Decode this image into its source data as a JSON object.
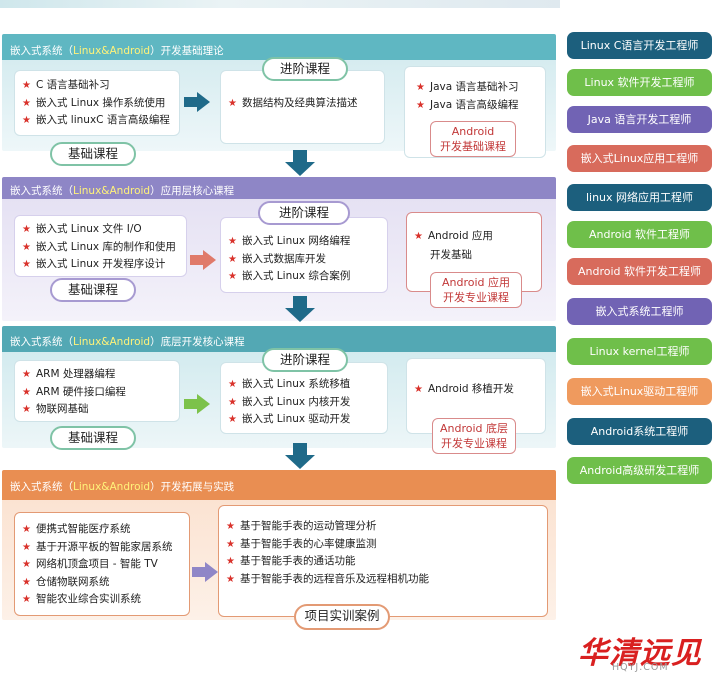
{
  "bands": [
    {
      "title_pre": "嵌入式系统（",
      "title_hl": "Linux&Android",
      "title_post": "）开发基础理论",
      "basic_items": [
        "C 语言基础补习",
        "嵌入式 Linux 操作系统使用",
        "嵌入式 linuxC 语言高级编程"
      ],
      "basic_label": "基础课程",
      "advanced_label": "进阶课程",
      "advanced_items": [
        "数据结构及经典算法描述"
      ],
      "android_items": [
        "Java 语言基础补习",
        "Java 语言高级编程"
      ],
      "android_label": [
        "Android",
        "开发基础课程"
      ]
    },
    {
      "title_pre": "嵌入式系统（",
      "title_hl": "Linux&Android",
      "title_post": "）应用层核心课程",
      "basic_items": [
        "嵌入式 Linux 文件 I/O",
        "嵌入式 Linux 库的制作和使用",
        "嵌入式 Linux 开发程序设计"
      ],
      "basic_label": "基础课程",
      "advanced_label": "进阶课程",
      "advanced_items": [
        "嵌入式 Linux 网络编程",
        "嵌入式数据库开发",
        "嵌入式 Linux 综合案例"
      ],
      "android_items": [
        "Android 应用",
        "开发基础"
      ],
      "android_label": [
        "Android 应用",
        "开发专业课程"
      ]
    },
    {
      "title_pre": "嵌入式系统（",
      "title_hl": "Linux&Android",
      "title_post": "）底层开发核心课程",
      "basic_items": [
        "ARM 处理器编程",
        "ARM 硬件接口编程",
        "物联网基础"
      ],
      "basic_label": "基础课程",
      "advanced_label": "进阶课程",
      "advanced_items": [
        "嵌入式 Linux 系统移植",
        "嵌入式 Linux 内核开发",
        "嵌入式 Linux 驱动开发"
      ],
      "android_items": [
        "Android 移植开发"
      ],
      "android_label": [
        "Android 底层",
        "开发专业课程"
      ]
    },
    {
      "title_pre": "嵌入式系统（",
      "title_hl": "Linux&Android",
      "title_post": "）开发拓展与实践",
      "basic_items": [
        "便携式智能医疗系统",
        "基于开源平板的智能家居系统",
        "网络机顶盒项目 - 智能 TV",
        "仓储物联网系统",
        "智能农业综合实训系统"
      ],
      "advanced_items": [
        "基于智能手表的运动管理分析",
        "基于智能手表的心率健康监测",
        "基于智能手表的通话功能",
        "基于智能手表的远程音乐及远程相机功能"
      ],
      "project_label": "项目实训案例"
    }
  ],
  "jobs": [
    {
      "label": "Linux C语言开发工程师",
      "color": "#1c5f7d"
    },
    {
      "label": "Linux 软件开发工程师",
      "color": "#6fbf4a"
    },
    {
      "label": "Java 语言开发工程师",
      "color": "#7163b4"
    },
    {
      "label": "嵌入式Linux应用工程师",
      "color": "#d86b5c"
    },
    {
      "label": "linux 网络应用工程师",
      "color": "#1c5f7d"
    },
    {
      "label": "Android 软件工程师",
      "color": "#6fbf4a"
    },
    {
      "label": "Android 软件开发工程师",
      "color": "#d86b5c"
    },
    {
      "label": "嵌入式系统工程师",
      "color": "#7163b4"
    },
    {
      "label": "Linux kernel工程师",
      "color": "#6fbf4a"
    },
    {
      "label": "嵌入式Linux驱动工程师",
      "color": "#ef9a5e"
    },
    {
      "label": "Android系统工程师",
      "color": "#1c5f7d"
    },
    {
      "label": "Android高级研发工程师",
      "color": "#6fbf4a"
    }
  ],
  "logo": {
    "main": "华清远见",
    "sub": "HQYJ.COM"
  },
  "colors": {
    "arrow": "#1f6a89",
    "star": "#d9322b",
    "accent_red": "#c23838"
  }
}
